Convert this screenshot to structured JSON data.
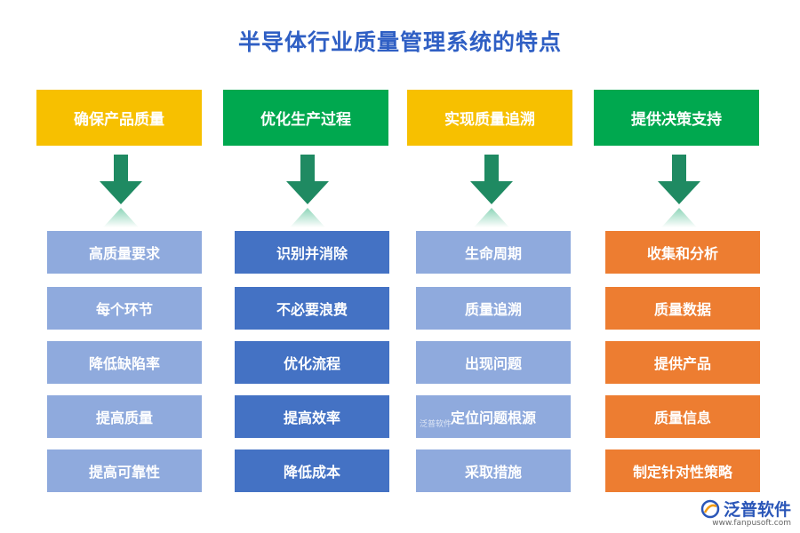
{
  "title": "半导体行业质量管理系统的特点",
  "colors": {
    "yellow": "#f7c000",
    "green": "#00a84f",
    "arrow_dark": "#1f8a62",
    "arrow_light": "#7fd0b0",
    "light_blue": "#8faadd",
    "dark_blue": "#4472c4",
    "orange": "#ed7d31"
  },
  "columns": [
    {
      "header": "确保产品质量",
      "header_color": "#f7c000",
      "item_color": "#8faadd",
      "items": [
        "高质量要求",
        "每个环节",
        "降低缺陷率",
        "提高质量",
        "提高可靠性"
      ]
    },
    {
      "header": "优化生产过程",
      "header_color": "#00a84f",
      "item_color": "#4472c4",
      "items": [
        "识别并消除",
        "不必要浪费",
        "优化流程",
        "提高效率",
        "降低成本"
      ]
    },
    {
      "header": "实现质量追溯",
      "header_color": "#f7c000",
      "item_color": "#8faadd",
      "items": [
        "生命周期",
        "质量追溯",
        "出现问题",
        "定位问题根源",
        "采取措施"
      ]
    },
    {
      "header": "提供决策支持",
      "header_color": "#00a84f",
      "item_color": "#ed7d31",
      "items": [
        "收集和分析",
        "质量数据",
        "提供产品",
        "质量信息",
        "制定针对性策略"
      ]
    }
  ],
  "watermark": "泛普软件",
  "brand": {
    "name": "泛普软件",
    "url": "www.fanpusoft.com",
    "icon": "fanpu-logo-icon"
  }
}
